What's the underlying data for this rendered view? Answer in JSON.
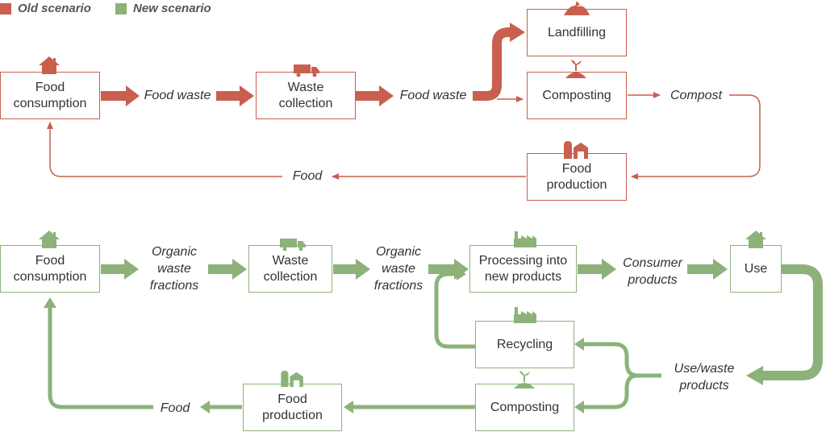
{
  "colors": {
    "old": "#c95f4f",
    "new": "#8cb27a"
  },
  "legend": {
    "old": "Old scenario",
    "new": "New scenario"
  },
  "old": {
    "food_consumption": "Food\nconsumption",
    "food_waste_1": "Food waste",
    "waste_collection": "Waste\ncollection",
    "food_waste_2": "Food waste",
    "landfilling": "Landfilling",
    "composting": "Composting",
    "compost": "Compost",
    "food_production": "Food\nproduction",
    "food": "Food"
  },
  "new": {
    "food_consumption": "Food\nconsumption",
    "organic_1": "Organic\nwaste\nfractions",
    "waste_collection": "Waste\ncollection",
    "organic_2": "Organic\nwaste\nfractions",
    "processing": "Processing into\nnew products",
    "consumer_products": "Consumer\nproducts",
    "use": "Use",
    "use_waste": "Use/waste\nproducts",
    "recycling": "Recycling",
    "composting": "Composting",
    "food_production": "Food\nproduction",
    "food": "Food"
  },
  "icons": [
    "house-icon",
    "truck-icon",
    "landfill-icon",
    "plant-mound-icon",
    "barn-icon",
    "factory-icon"
  ]
}
